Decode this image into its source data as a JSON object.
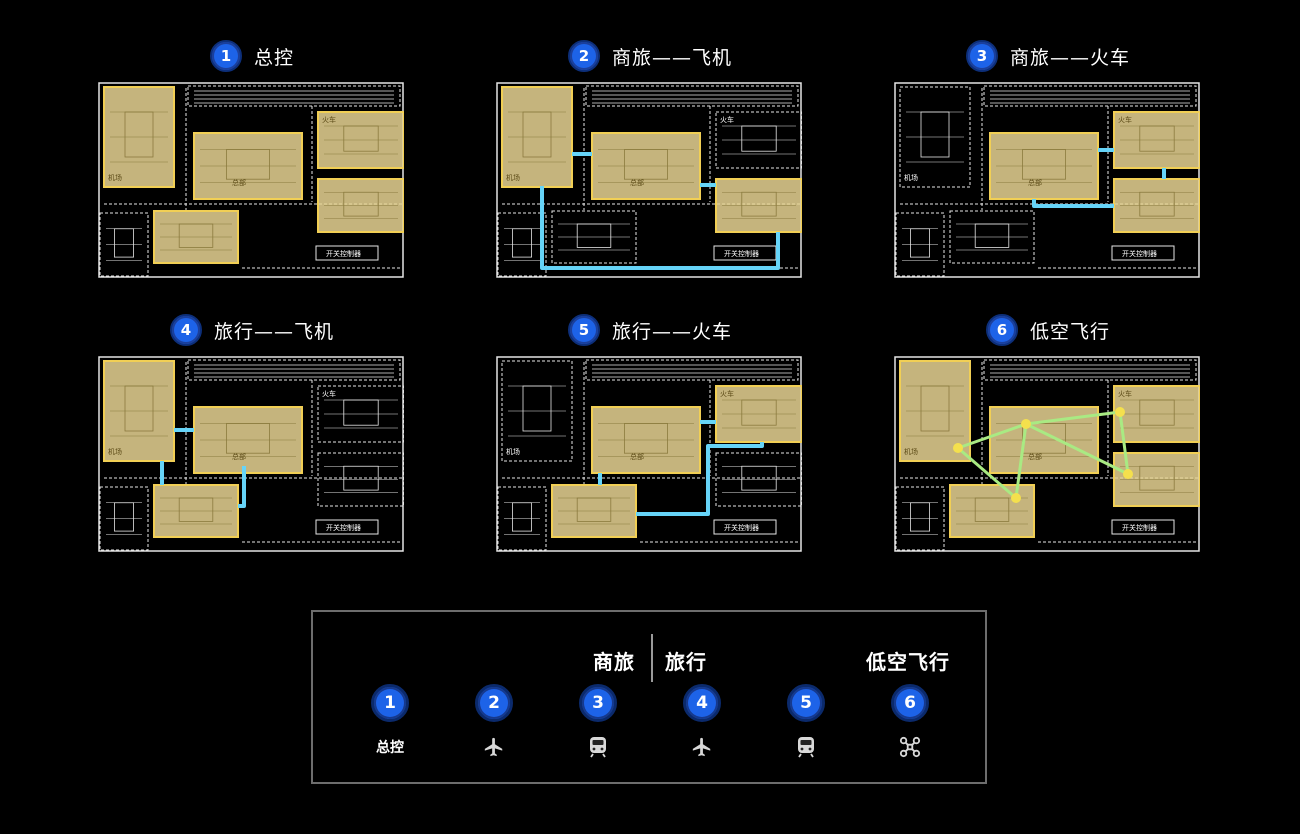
{
  "panels": [
    {
      "num": "1",
      "label": "总控"
    },
    {
      "num": "2",
      "label": "商旅——飞机"
    },
    {
      "num": "3",
      "label": "商旅——火车"
    },
    {
      "num": "4",
      "label": "旅行——飞机"
    },
    {
      "num": "5",
      "label": "旅行——火车"
    },
    {
      "num": "6",
      "label": "低空飞行"
    }
  ],
  "map_labels": {
    "airport": "机场",
    "train": "火车",
    "hq": "总部",
    "switch_room": "开关控制器"
  },
  "legend": {
    "cat_business": "商旅",
    "cat_travel": "旅行",
    "cat_low_altitude": "低空飞行",
    "items": [
      {
        "num": "1",
        "sub": "总控",
        "icon": "text"
      },
      {
        "num": "2",
        "sub": "",
        "icon": "airplane-icon"
      },
      {
        "num": "3",
        "sub": "",
        "icon": "train-icon"
      },
      {
        "num": "4",
        "sub": "",
        "icon": "airplane-icon"
      },
      {
        "num": "5",
        "sub": "",
        "icon": "train-icon"
      },
      {
        "num": "6",
        "sub": "",
        "icon": "drone-icon"
      }
    ]
  },
  "colors": {
    "badge": "#1d63e8",
    "highlight_fill": "#e7d493",
    "highlight_stroke": "#f1cf55",
    "route_blue": "#66d4f8",
    "route_green": "#a9ea83",
    "outline": "#e6e6e6"
  }
}
